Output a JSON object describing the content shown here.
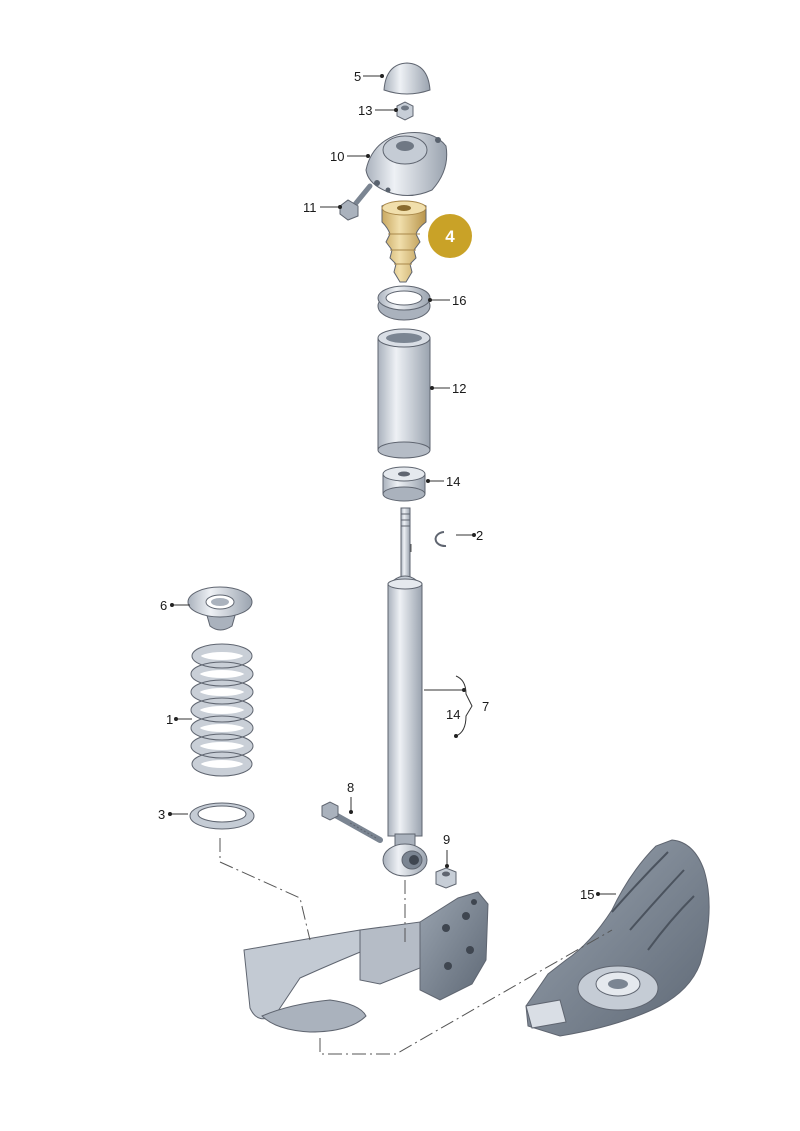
{
  "highlight": {
    "label": "4",
    "color": "#c9a227"
  },
  "colors": {
    "part_fill": "#d9dee5",
    "part_shade": "#aab2bd",
    "dark_part": "#7b8592",
    "highlight_part": "#e3c98a"
  },
  "labels": {
    "p1": "1",
    "p2": "2",
    "p3": "3",
    "p5": "5",
    "p6": "6",
    "p7": "7",
    "p8": "8",
    "p9": "9",
    "p10": "10",
    "p11": "11",
    "p12": "12",
    "p13": "13",
    "p14a": "14",
    "p14b": "14",
    "p15": "15",
    "p16": "16"
  }
}
